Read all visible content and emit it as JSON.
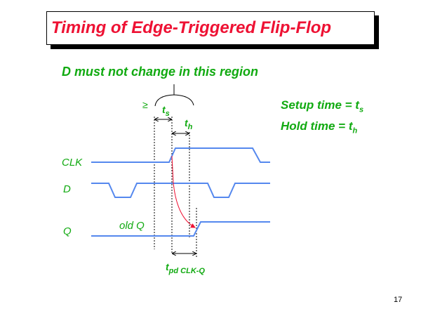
{
  "title": "Timing of Edge-Triggered Flip-Flop",
  "subtitle": "D must not change in this region",
  "definitions": {
    "setup_label": "Setup time = t",
    "setup_sub": "s",
    "hold_label": "Hold time = t",
    "hold_sub": "h"
  },
  "signals": {
    "clk": "CLK",
    "d": "D",
    "q": "Q"
  },
  "annotations": {
    "ge": "≥",
    "ts_t": "t",
    "ts_sub": "s",
    "th_t": "t",
    "th_sub": "h",
    "old_q": "old Q",
    "tpd_t": "t",
    "tpd_sub": "pd CLK-Q"
  },
  "colors": {
    "title": "#ee1133",
    "label": "#11aa11",
    "waveform": "#5588ee",
    "causal_arrow": "#ee1133"
  },
  "page_number": "17"
}
